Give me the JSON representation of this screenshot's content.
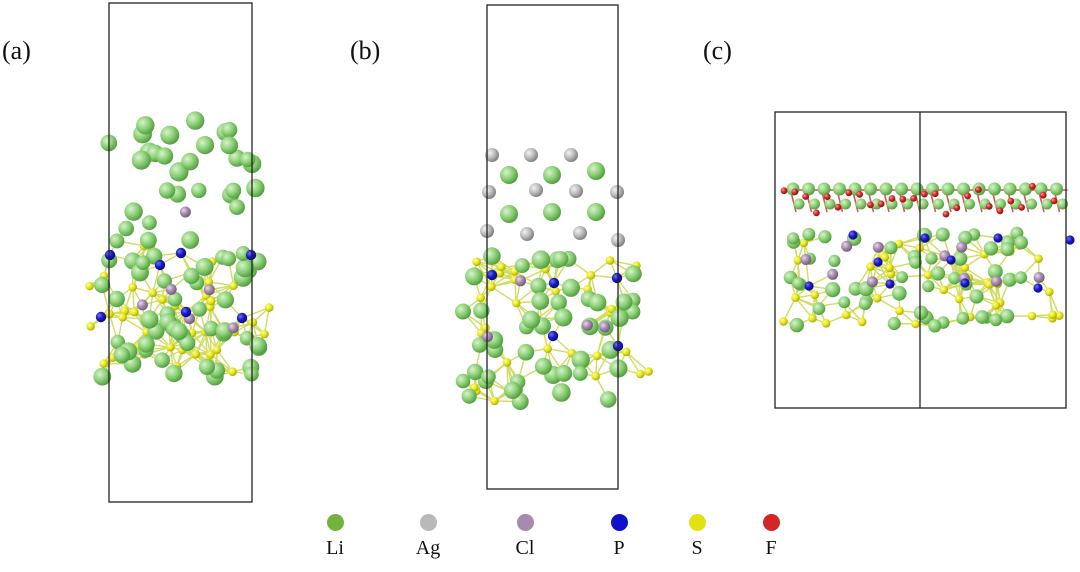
{
  "panels": [
    {
      "id": "a",
      "label": "(a)"
    },
    {
      "id": "b",
      "label": "(b)"
    },
    {
      "id": "c",
      "label": "(c)"
    }
  ],
  "legend": [
    {
      "symbol": "Li",
      "color": "#72b33e"
    },
    {
      "symbol": "Ag",
      "color": "#b9b9b9"
    },
    {
      "symbol": "Cl",
      "color": "#a58bae"
    },
    {
      "symbol": "P",
      "color": "#1010c8"
    },
    {
      "symbol": "S",
      "color": "#e2e20f"
    },
    {
      "symbol": "F",
      "color": "#d42626"
    }
  ],
  "atom_colors": {
    "Li": "#8fd27a",
    "Ag": "#b9b9b9",
    "Cl": "#a58bae",
    "P": "#1a1ac8",
    "S": "#e8e81a",
    "F": "#d42626",
    "bond_S": "#c9d64a",
    "bond_F": "#d43a3a"
  }
}
